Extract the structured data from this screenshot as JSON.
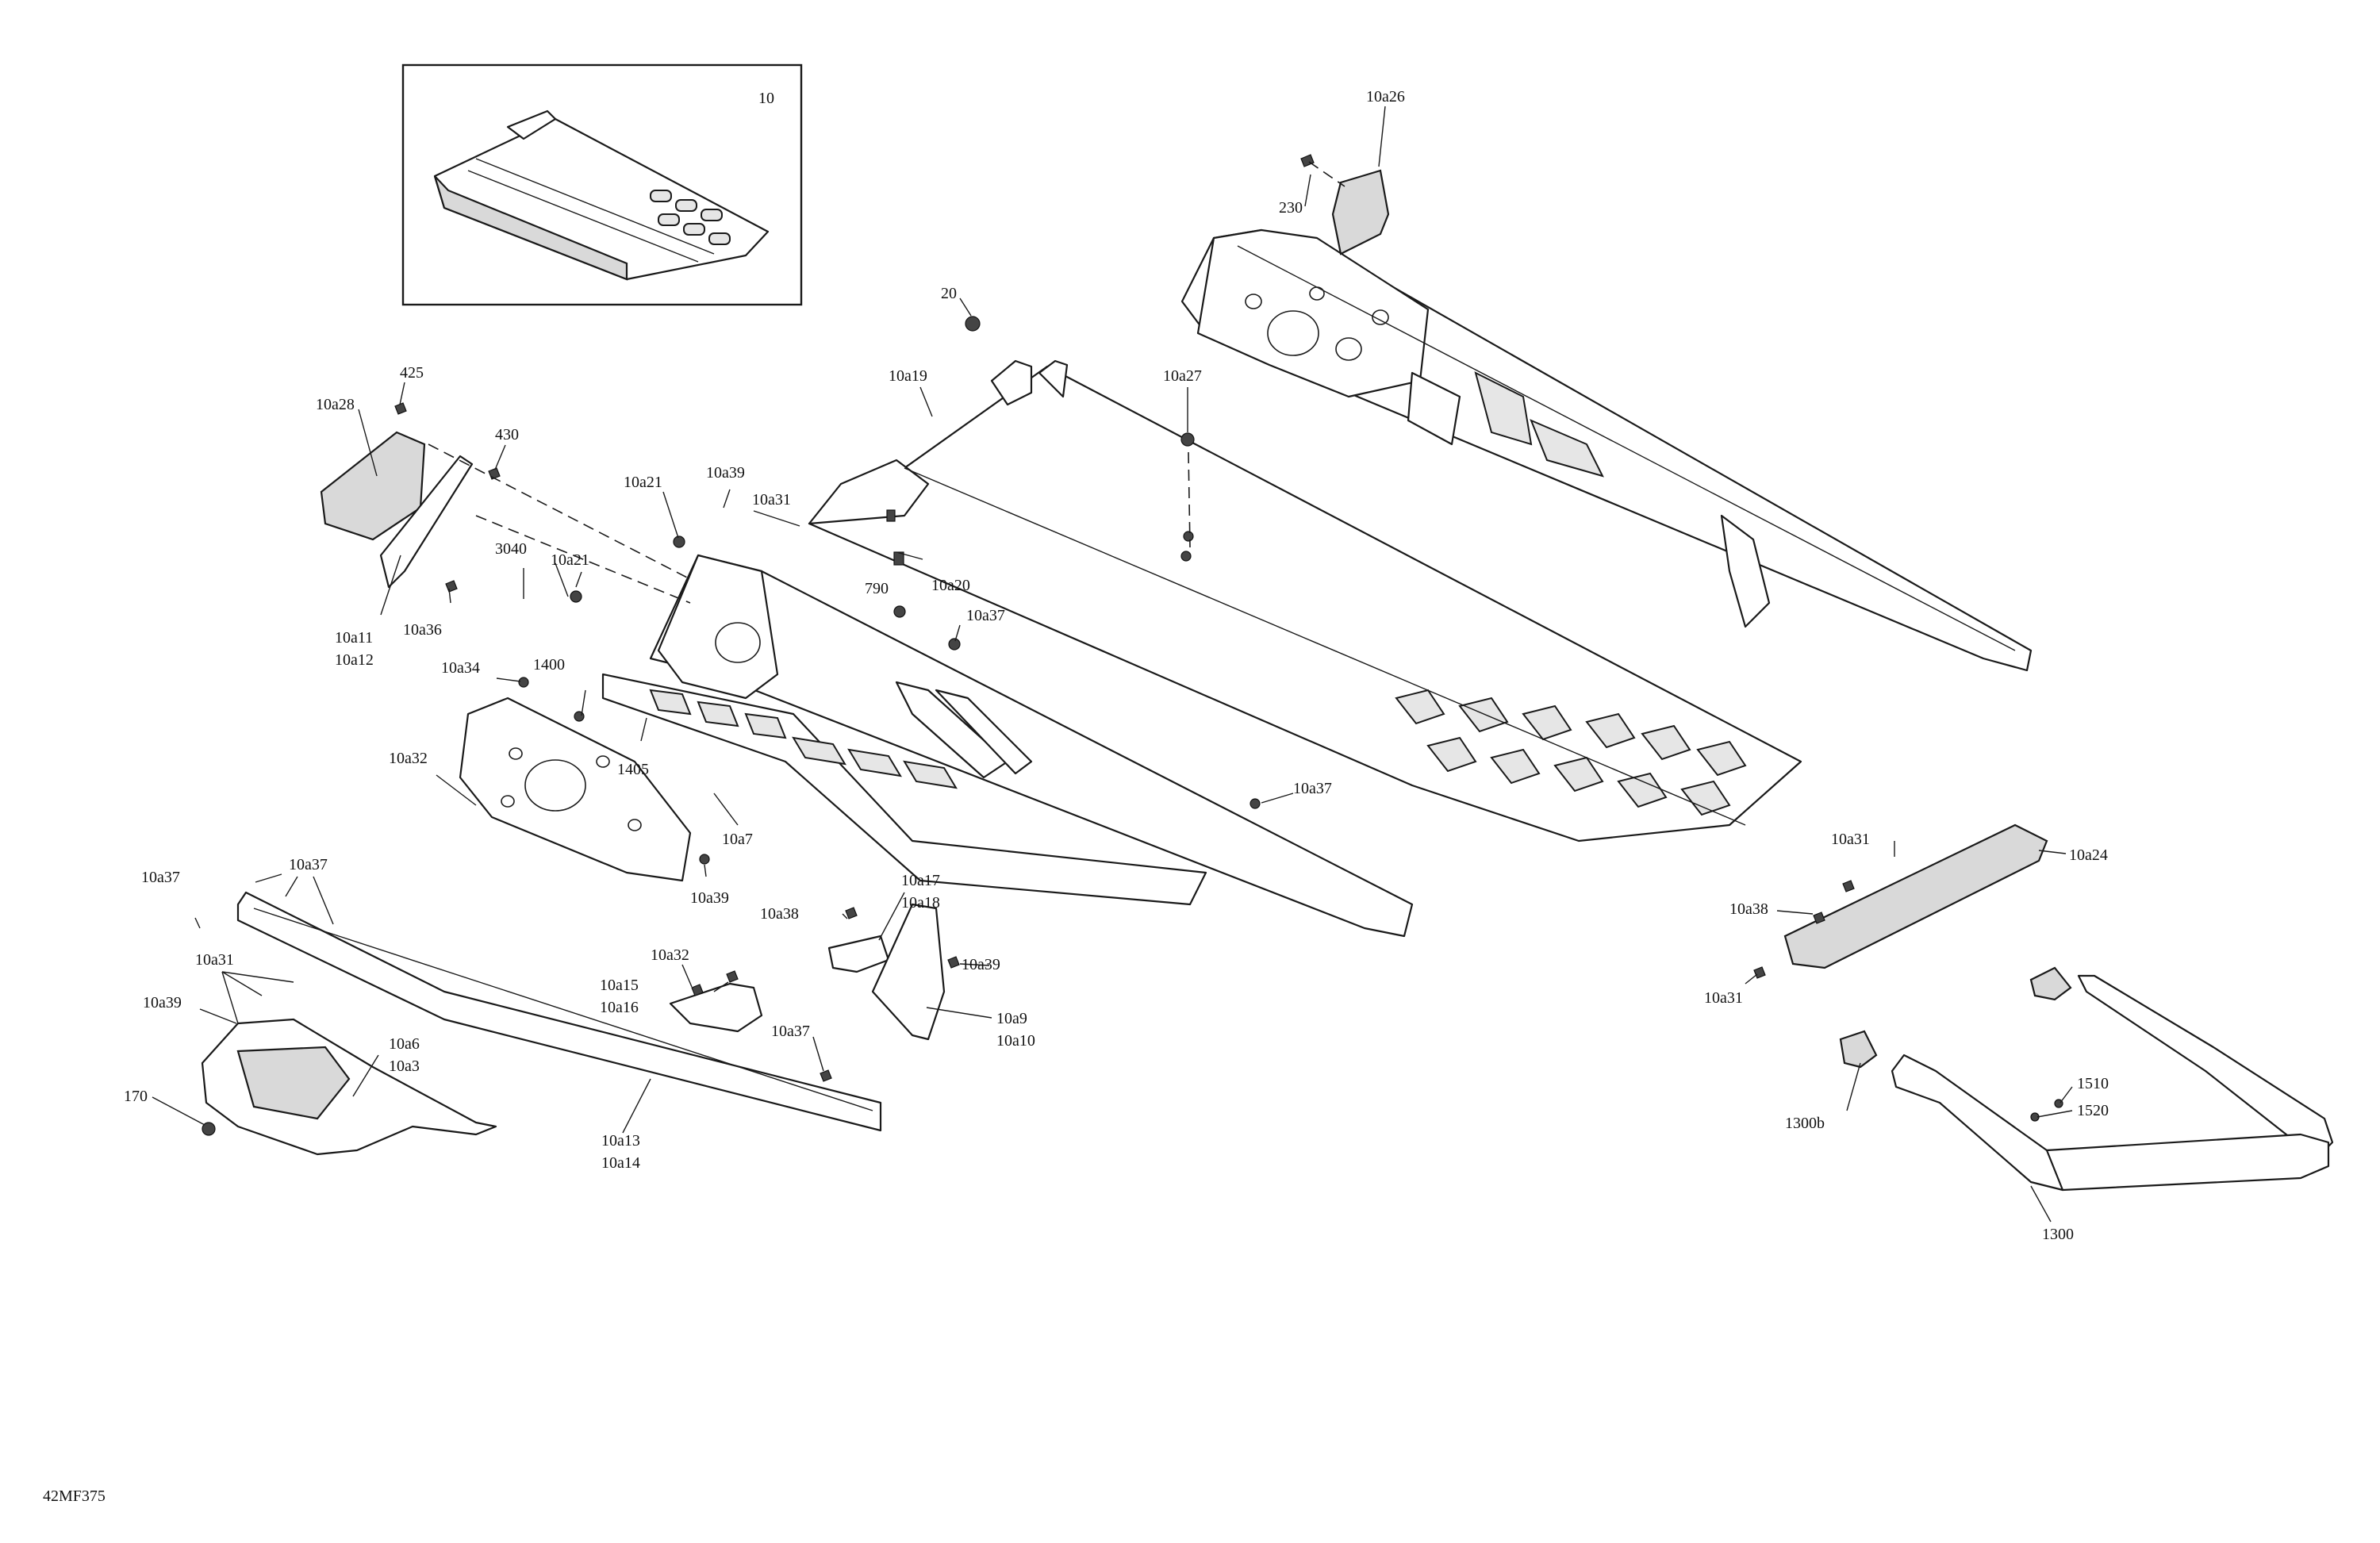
{
  "diagram": {
    "doc_code": "42MF375",
    "inset_label": "10",
    "callouts": [
      "10a26",
      "230",
      "20",
      "10a19",
      "10a27",
      "425",
      "10a28",
      "430",
      "10a21",
      "10a39",
      "10a31",
      "10a20",
      "3040",
      "10a21",
      "790",
      "10a37",
      "10a11",
      "10a12",
      "10a36",
      "10a34",
      "1400",
      "1405",
      "10a32",
      "10a7",
      "10a37",
      "10a39",
      "10a37",
      "10a37",
      "10a17",
      "10a18",
      "10a38",
      "10a31",
      "10a39",
      "10a32",
      "10a15",
      "10a16",
      "10a9",
      "10a10",
      "10a39",
      "10a37",
      "10a6",
      "10a3",
      "170",
      "10a13",
      "10a14",
      "10a31",
      "10a24",
      "10a38",
      "10a31",
      "1510",
      "1520",
      "1300b",
      "1300"
    ]
  }
}
